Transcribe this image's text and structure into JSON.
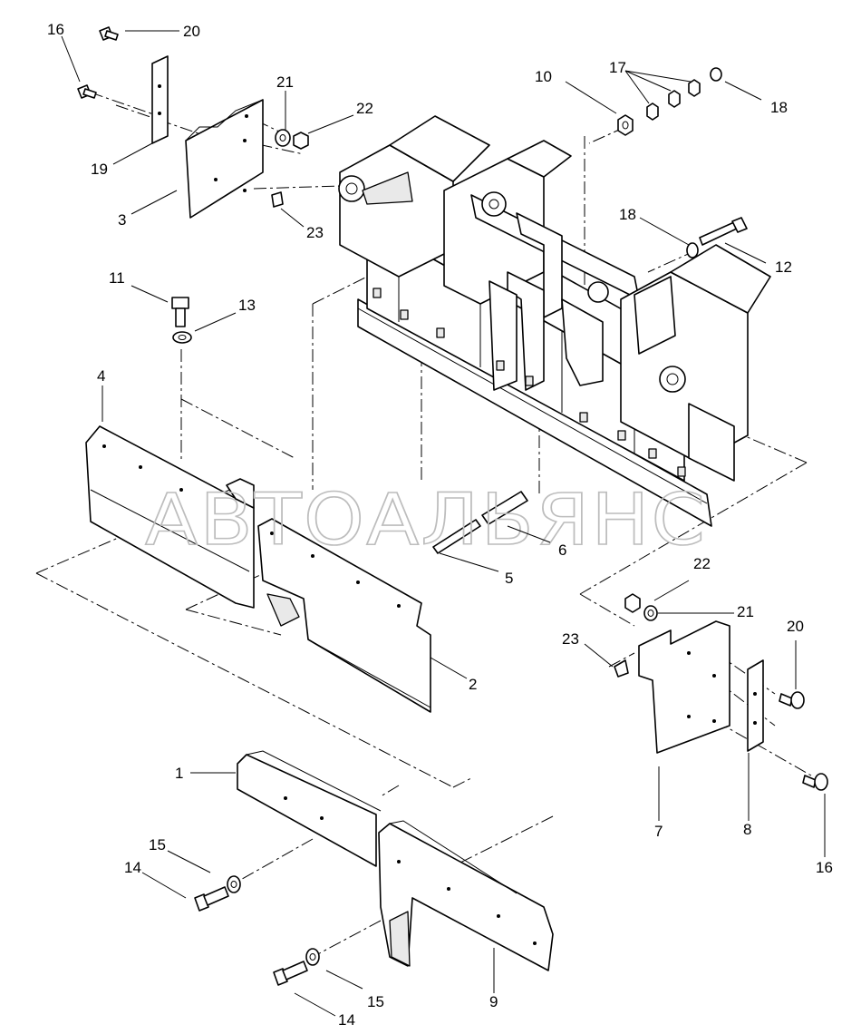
{
  "watermark": "АВТОАЛЬЯНС",
  "callouts": [
    "1",
    "2",
    "3",
    "4",
    "5",
    "6",
    "7",
    "8",
    "9",
    "10",
    "11",
    "12",
    "13",
    "14",
    "15",
    "16",
    "17",
    "18",
    "19",
    "20",
    "21",
    "22",
    "23"
  ]
}
